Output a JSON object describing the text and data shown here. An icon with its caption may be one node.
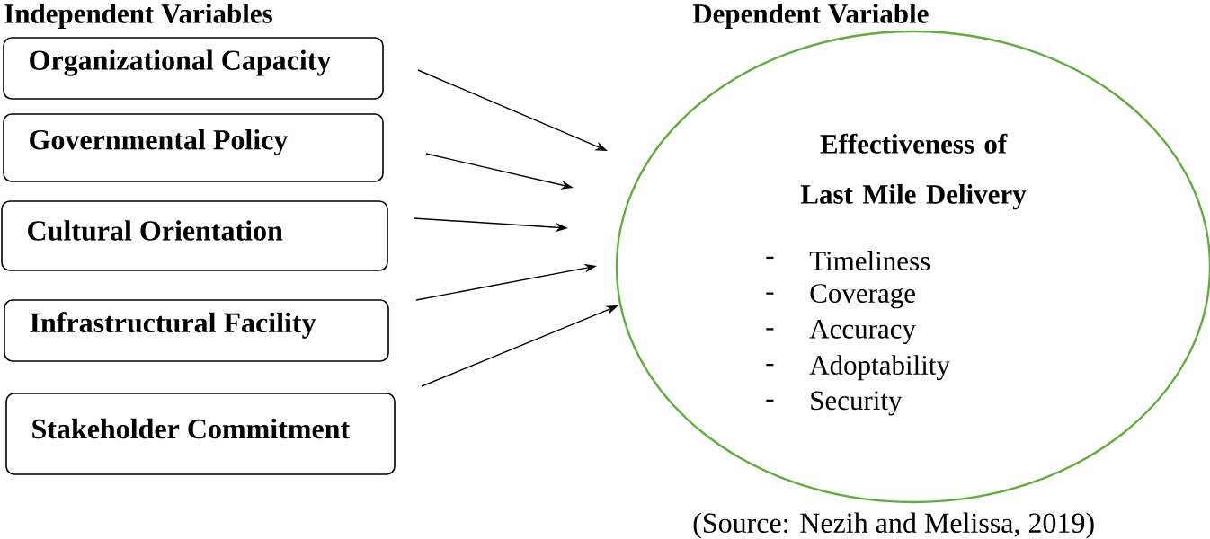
{
  "diagram": {
    "nodes": [
      {
        "text": [
          "Organizational Capacity"
        ]
      },
      {
        "text": [
          "Governmental Policy"
        ]
      },
      {
        "text": [
          "Cultural Orientation"
        ]
      },
      {
        "text": [
          "Infrastructural Facility"
        ]
      },
      {
        "text": [
          "Stakeholder Commitment"
        ]
      },
      {
        "text": [
          "Effectiveness of Last Mile Delivery",
          "-",
          "Timeliness",
          "-",
          "Coverage",
          "-",
          "Accuracy",
          "-",
          "Adoptability",
          "-",
          "Security"
        ]
      }
    ],
    "edges": [
      {
        "from": 0,
        "to": 5,
        "arrow": "to"
      },
      {
        "from": 1,
        "to": 5,
        "arrow": "to"
      },
      {
        "from": 2,
        "to": 5,
        "arrow": "to"
      },
      {
        "from": 3,
        "to": 5,
        "arrow": "to"
      },
      {
        "from": 4,
        "to": 5,
        "arrow": "to"
      }
    ],
    "labels": [
      "Independent Variables",
      "Dependent Variable",
      "(Source: Nezih and Melissa, 2019)"
    ]
  }
}
